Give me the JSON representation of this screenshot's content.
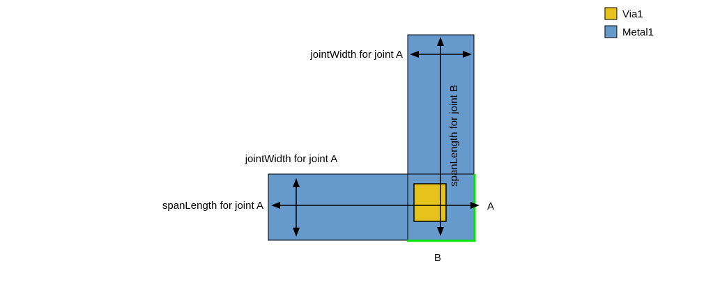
{
  "legend": {
    "items": [
      {
        "label": "Via1",
        "color": "#e6c31c"
      },
      {
        "label": "Metal1",
        "color": "#6699cc"
      }
    ]
  },
  "diagram": {
    "labels": {
      "jointwidth_top": "jointWidth for joint A",
      "jointwidth_mid": "jointWidth for joint A",
      "spanlength_joint_b": "spanLength for joint B",
      "spanlength_joint_a": "spanLength for joint A",
      "joint_a_marker": "A",
      "joint_b_marker": "B"
    },
    "colors": {
      "metal1": "#6699cc",
      "via1": "#e6c31c",
      "joint_b_highlight": "#00e400"
    }
  }
}
